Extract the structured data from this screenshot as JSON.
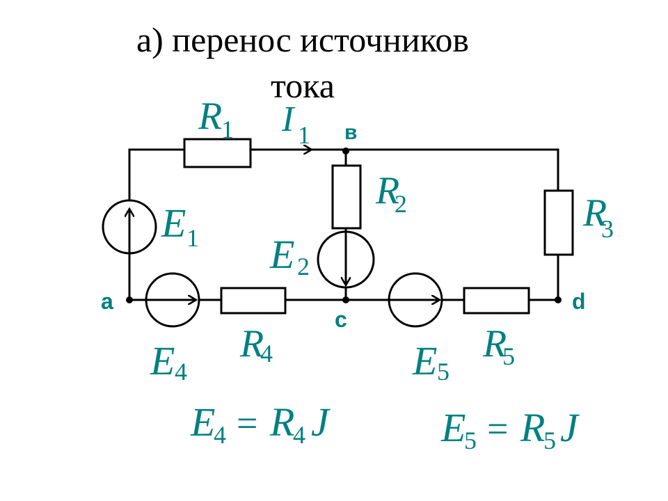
{
  "title": {
    "line1": "а) перенос источников",
    "line2": "тока"
  },
  "nodes": {
    "a": "a",
    "b": "в",
    "c": "c",
    "d": "d"
  },
  "labels": {
    "R1": {
      "main": "R",
      "sub": "1"
    },
    "I1": {
      "main": "I",
      "sub": "1"
    },
    "R2": {
      "main": "R",
      "sub": "2"
    },
    "R3": {
      "main": "R",
      "sub": "3"
    },
    "E1": {
      "main": "E",
      "sub": "1"
    },
    "E2": {
      "main": "E",
      "sub": "2"
    },
    "R4": {
      "main": "R",
      "sub": "4"
    },
    "E4": {
      "main": "E",
      "sub": "4"
    },
    "E5": {
      "main": "E",
      "sub": "5"
    },
    "R5": {
      "main": "R",
      "sub": "5"
    }
  },
  "equations": {
    "eq4": {
      "lhs": "E",
      "lhs_sub": "4",
      "eq": "=",
      "r": "R",
      "r_sub": "4",
      "j": "J"
    },
    "eq5": {
      "lhs": "E",
      "lhs_sub": "5",
      "eq": "=",
      "r": "R",
      "r_sub": "5",
      "j": "J"
    }
  },
  "colors": {
    "wire": "#000000",
    "label": "#008080"
  }
}
